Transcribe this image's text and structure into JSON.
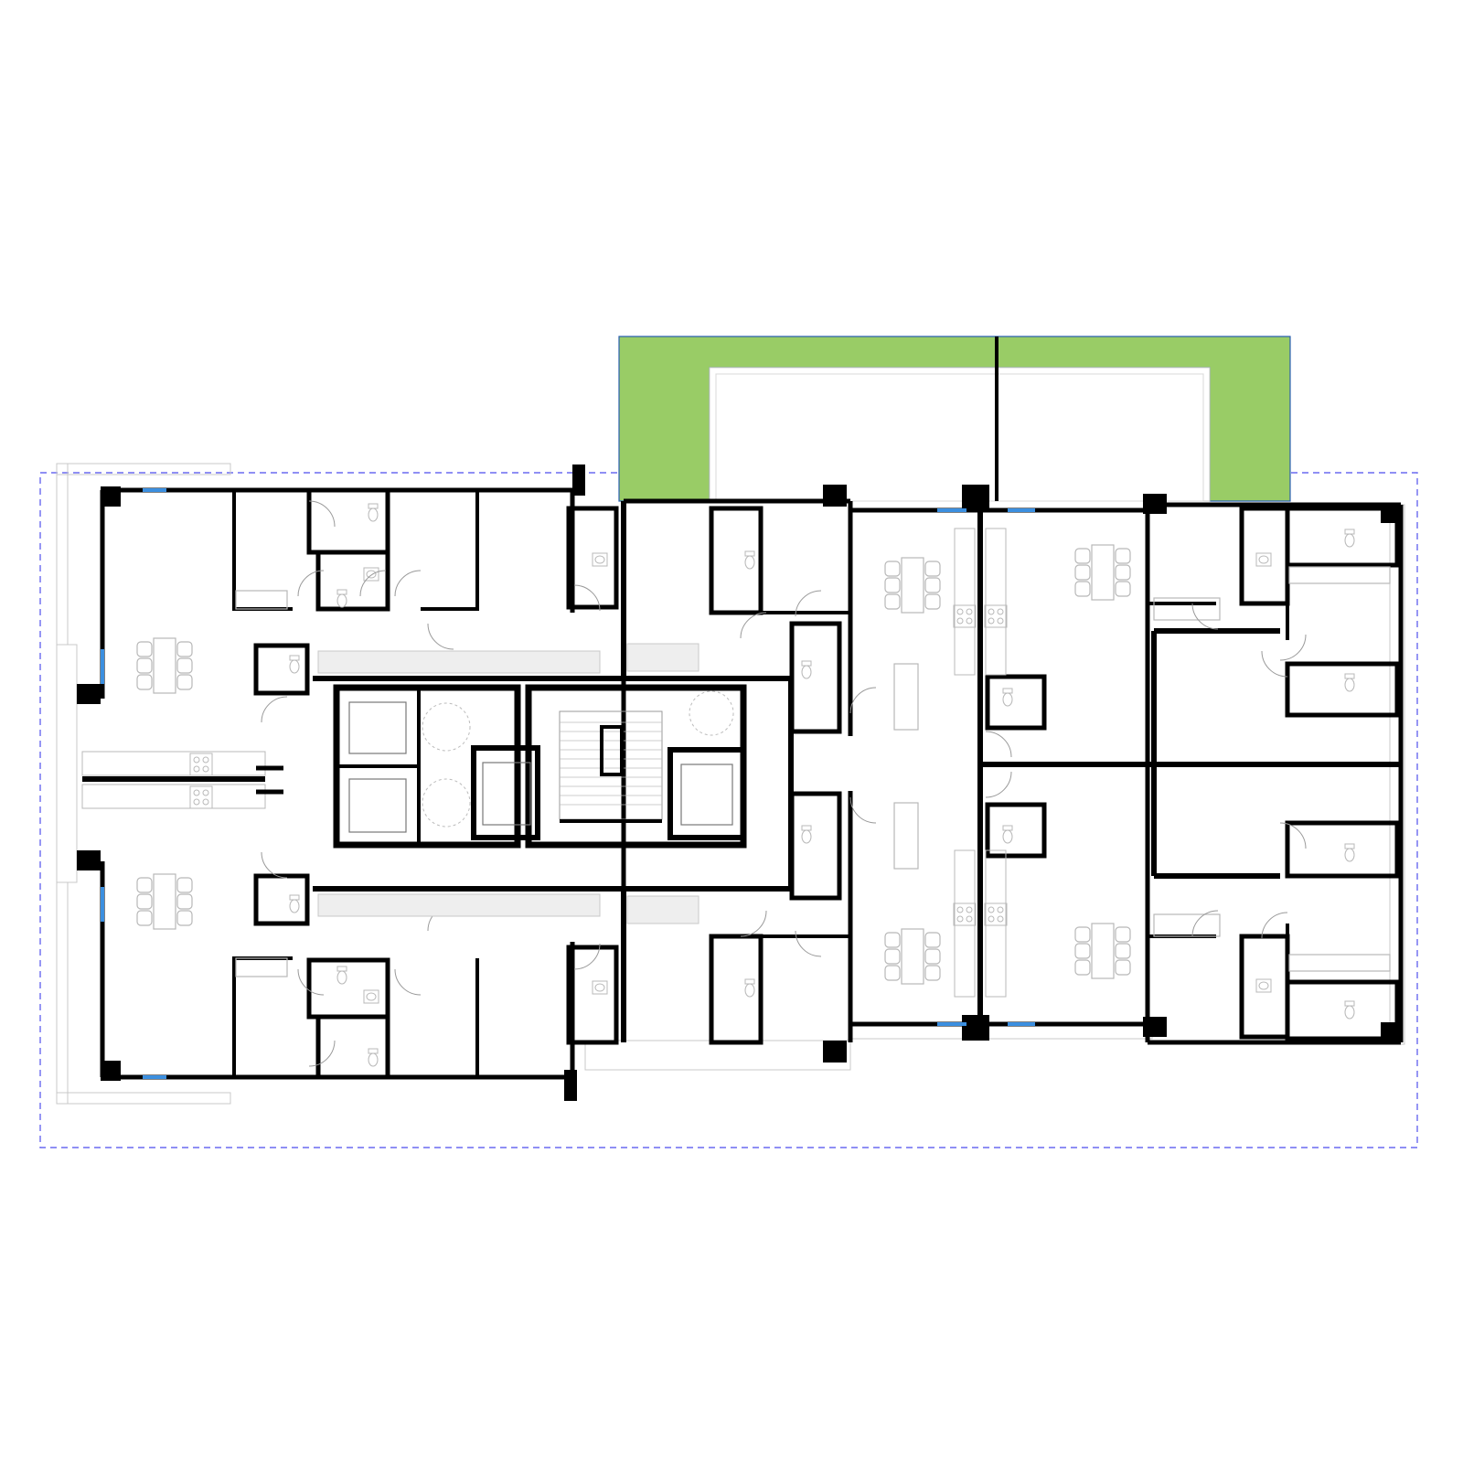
{
  "drawing": {
    "type": "architectural floor plan",
    "colors": {
      "background": "#ffffff",
      "wall": "#000000",
      "terrace_green": "#99cc66",
      "glazing_blue": "#3b8fe0",
      "boundary_dash": "#6a6af0",
      "furniture_line": "#b8b8b8",
      "hatch": "#d6d6d6"
    },
    "labels": []
  },
  "elements": {
    "site_boundary": "dashed-rectangle",
    "green_roof": "planted-terrace",
    "stair_core": "staircase",
    "elevators": [
      "elevator-1",
      "elevator-2",
      "elevator-3"
    ],
    "apartment_units": 12
  }
}
